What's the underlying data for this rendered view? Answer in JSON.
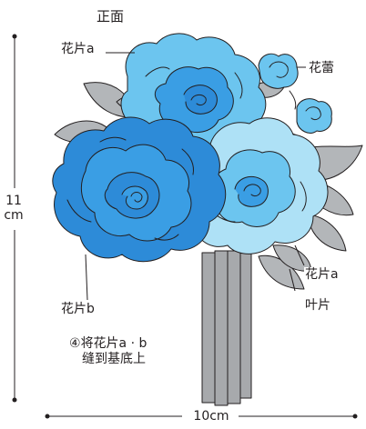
{
  "title": "正面",
  "labels": {
    "petal_a_top": "花片a",
    "petal_a_bottom": "花片a",
    "petal_b": "花片b",
    "bud": "花蕾",
    "leaf": "叶片"
  },
  "dimensions": {
    "height_value": "11",
    "height_unit": "cm",
    "width_label": "10cm"
  },
  "note": {
    "step_number": "④",
    "line1": "将花片a · b",
    "line2": "缝到基底上"
  },
  "colors": {
    "blue_light": "#6cc5ef",
    "blue_medium": "#3a9ee4",
    "blue_dark": "#2d8bd8",
    "blue_pale": "#aee1f6",
    "leaf_gray": "#b3b6b9",
    "stem_gray": "#a7a9ac",
    "outline": "#231f20"
  }
}
